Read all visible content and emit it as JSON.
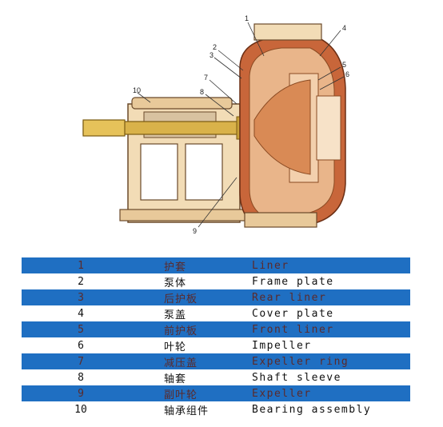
{
  "diagram": {
    "callouts": [
      "1",
      "2",
      "3",
      "4",
      "5",
      "6",
      "7",
      "8",
      "9",
      "10"
    ]
  },
  "parts": [
    {
      "num": "1",
      "cn": "护套",
      "en": "Liner",
      "style": "blue"
    },
    {
      "num": "2",
      "cn": "泵体",
      "en": "Frame plate",
      "style": "white"
    },
    {
      "num": "3",
      "cn": "后护板",
      "en": "Rear liner",
      "style": "blue"
    },
    {
      "num": "4",
      "cn": "泵盖",
      "en": "Cover plate",
      "style": "white"
    },
    {
      "num": "5",
      "cn": "前护板",
      "en": "Front liner",
      "style": "blue"
    },
    {
      "num": "6",
      "cn": "叶轮",
      "en": "Impeller",
      "style": "white"
    },
    {
      "num": "7",
      "cn": "减压盖",
      "en": "Expeller ring",
      "style": "blue"
    },
    {
      "num": "8",
      "cn": "轴套",
      "en": "Shaft sleeve",
      "style": "white"
    },
    {
      "num": "9",
      "cn": "副叶轮",
      "en": "Expeller",
      "style": "blue"
    },
    {
      "num": "10",
      "cn": "轴承组件",
      "en": "Bearing  assembly",
      "style": "white"
    }
  ],
  "colors": {
    "table_blue": "#1f6fc2",
    "casing": "#c8663a",
    "liner": "#e9b58a",
    "frame": "#f2dcb6",
    "shaft": "#d9b24a"
  }
}
